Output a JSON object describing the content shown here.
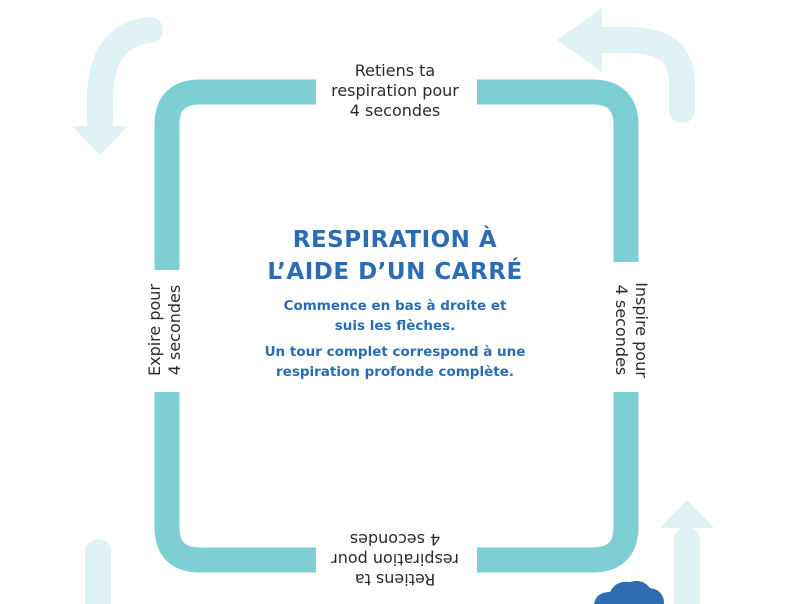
{
  "diagram": {
    "title_lines": [
      "RESPIRATION À",
      "L’AIDE D’UN CARRÉ"
    ],
    "instruction_1": [
      "Commence en bas à droite et",
      "suis les flèches."
    ],
    "instruction_2": [
      "Un tour complet correspond à une",
      "respiration profonde complète."
    ],
    "step_top": [
      "Retiens ta",
      "respiration pour",
      "4 secondes"
    ],
    "step_right": [
      "Inspire pour",
      "4 secondes"
    ],
    "step_bottom": [
      "Retiens ta",
      "respiration pour",
      "4 secondes"
    ],
    "step_left": [
      "Expire pour",
      "4 secondes"
    ]
  },
  "colors": {
    "square": "#7ecfd4",
    "arrows": "#dff2f4",
    "title": "#2a6db3",
    "label_text": "#2b2b2b",
    "cloud": "#2f6db0"
  }
}
